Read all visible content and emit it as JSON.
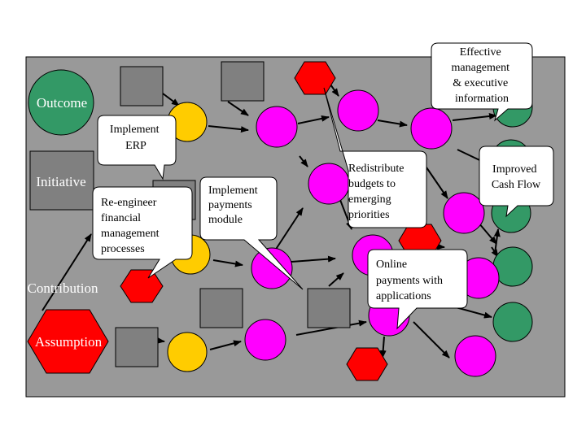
{
  "colors": {
    "canvas": "#999999",
    "outcome": "#339966",
    "initiative": "#808080",
    "contribution": "#ff00ff",
    "assumption": "#ff0000",
    "enabler": "#ffcc00",
    "callout": "#ffffff",
    "arrow": "#000000"
  },
  "legend": {
    "outcome": "Outcome",
    "initiative": "Initiative",
    "contribution": "Contribution",
    "assumption": "Assumption"
  },
  "callouts": {
    "effective_management": [
      "Effective",
      "management",
      "& executive",
      "information"
    ],
    "implement_erp": [
      "Implement",
      "ERP"
    ],
    "improved_cash_flow": [
      "Improved",
      "Cash Flow"
    ],
    "redistribute_budgets": [
      "Redistribute",
      "budgets to",
      "emerging",
      " priorities"
    ],
    "implement_payments": [
      "Implement",
      "payments",
      "module"
    ],
    "reengineer_processes": [
      "Re-engineer",
      "financial",
      "management",
      "processes"
    ],
    "online_payments": [
      "Online",
      "payments with",
      "applications"
    ]
  }
}
